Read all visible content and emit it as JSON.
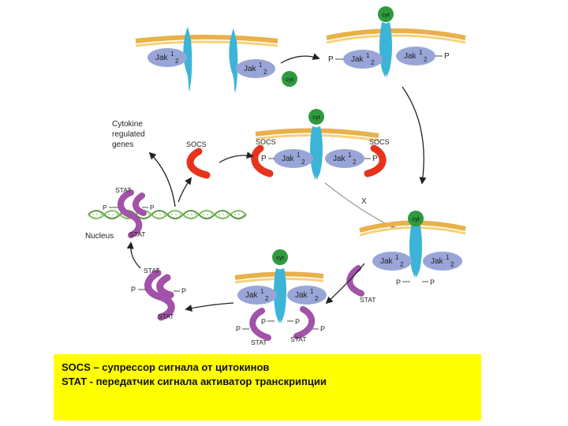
{
  "labels": {
    "cyt": "cyt",
    "jak_sup": "1",
    "jak_sub": "2",
    "p": "P",
    "socs": "SOCS",
    "stat": "STAT",
    "cytokine_genes": [
      "Cytokine",
      "regulated",
      "genes"
    ],
    "nucleus": "Nucleus",
    "x_mark": "X"
  },
  "legend": {
    "line1": "SOCS – супрессор сигнала от цитокинов",
    "line2": "STAT -  передатчик сигнала активатор транскрипции"
  },
  "colors": {
    "membrane": "#f2c15a",
    "receptor": "#3cb4d8",
    "jak": "#98a5d6",
    "cytokine": "#2e9a3c",
    "socs": "#e8331c",
    "stat": "#a252a8",
    "dna": "#5a9a46",
    "legend_bg": "#ffff00"
  }
}
